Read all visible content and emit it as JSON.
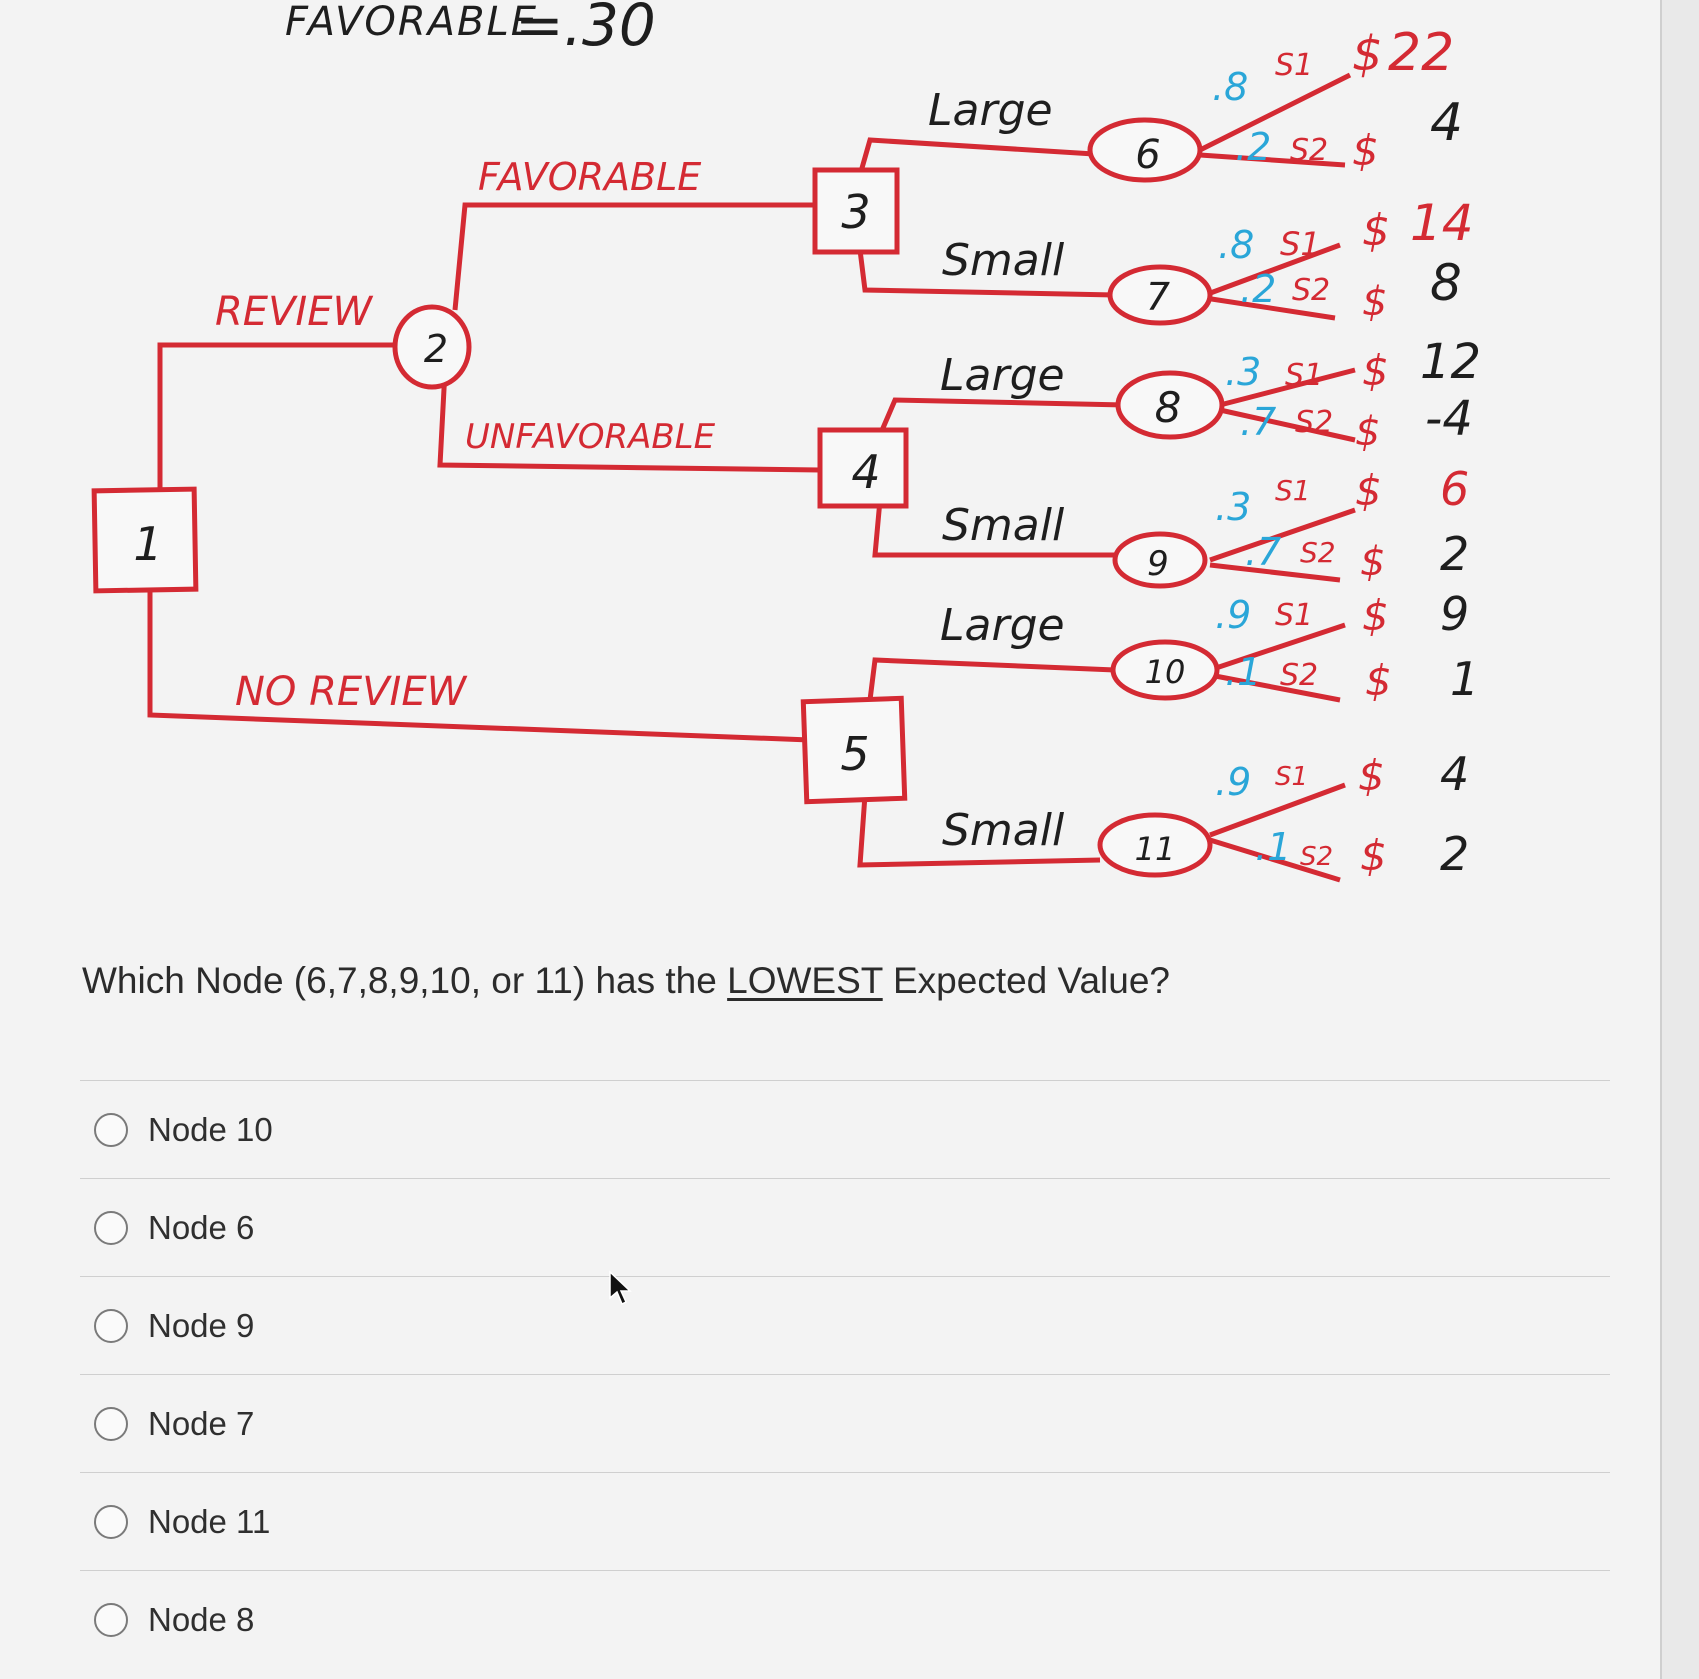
{
  "diagram": {
    "prior_label": "FAVORABLE",
    "prior_value": "=.30",
    "branches": {
      "review": "REVIEW",
      "no_review": "NO REVIEW",
      "favorable": "FAVORABLE",
      "unfavorable": "UNFAVORABLE",
      "large": "Large",
      "small": "Small"
    },
    "nodes": {
      "n1": "1",
      "n2": "2",
      "n3": "3",
      "n4": "4",
      "n5": "5",
      "n6": "6",
      "n7": "7",
      "n8": "8",
      "n9": "9",
      "n10": "10",
      "n11": "11"
    },
    "state_s1": "S1",
    "state_s2": "S2",
    "currency": "$",
    "outcomes": [
      {
        "node": "6",
        "p1": ".8",
        "p2": ".2",
        "v1": "22",
        "v2": "4"
      },
      {
        "node": "7",
        "p1": ".8",
        "p2": ".2",
        "v1": "14",
        "v2": "8"
      },
      {
        "node": "8",
        "p1": ".3",
        "p2": ".7",
        "v1": "12",
        "v2": "-4"
      },
      {
        "node": "9",
        "p1": ".3",
        "p2": ".7",
        "v1": "6",
        "v2": "2"
      },
      {
        "node": "10",
        "p1": ".9",
        "p2": ".1",
        "v1": "9",
        "v2": "1"
      },
      {
        "node": "11",
        "p1": ".9",
        "p2": ".1",
        "v1": "4",
        "v2": "2"
      }
    ],
    "colors": {
      "ink_red": "#d42a33",
      "ink_blue": "#2aa6d8",
      "ink_black": "#1e1e1e"
    }
  },
  "question": {
    "prefix": "Which Node (6,7,8,9,10, or 11) has the ",
    "emphasis": "LOWEST",
    "suffix": " Expected Value?"
  },
  "options": [
    {
      "label": "Node 10"
    },
    {
      "label": "Node 6"
    },
    {
      "label": "Node 9"
    },
    {
      "label": "Node 7"
    },
    {
      "label": "Node 11"
    },
    {
      "label": "Node 8"
    }
  ]
}
